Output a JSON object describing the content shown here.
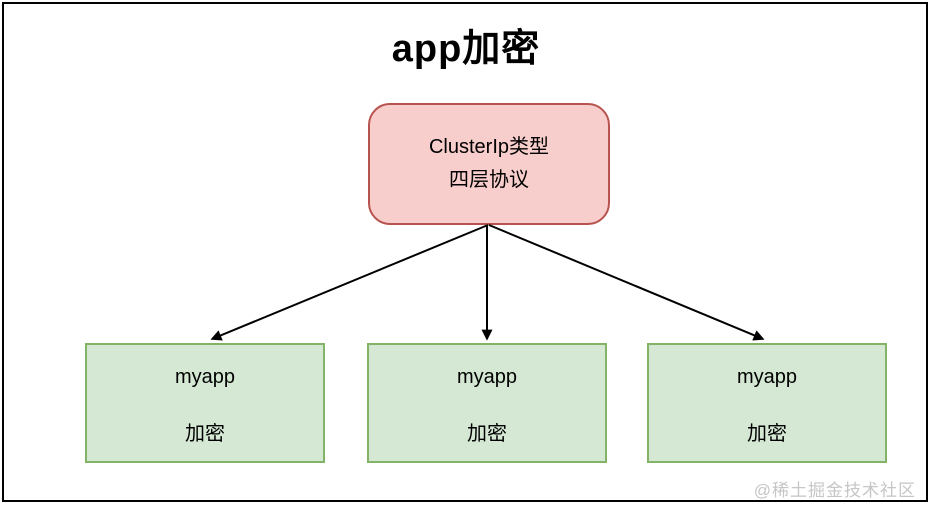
{
  "title": "app加密",
  "diagram": {
    "root": {
      "label_line1": "ClusterIp类型",
      "label_line2": "四层协议",
      "fill": "#f8cecc",
      "stroke": "#b85450"
    },
    "children": [
      {
        "name": "myapp",
        "label": "加密"
      },
      {
        "name": "myapp",
        "label": "加密"
      },
      {
        "name": "myapp",
        "label": "加密"
      }
    ],
    "child_style": {
      "fill": "#d5e8d4",
      "stroke": "#82b366"
    },
    "edges": [
      {
        "from": "cluster-ip-node",
        "to": "myapp-node-1"
      },
      {
        "from": "cluster-ip-node",
        "to": "myapp-node-2"
      },
      {
        "from": "cluster-ip-node",
        "to": "myapp-node-3"
      }
    ],
    "arrow_color": "#000000"
  },
  "watermark": "@稀土掘金技术社区"
}
